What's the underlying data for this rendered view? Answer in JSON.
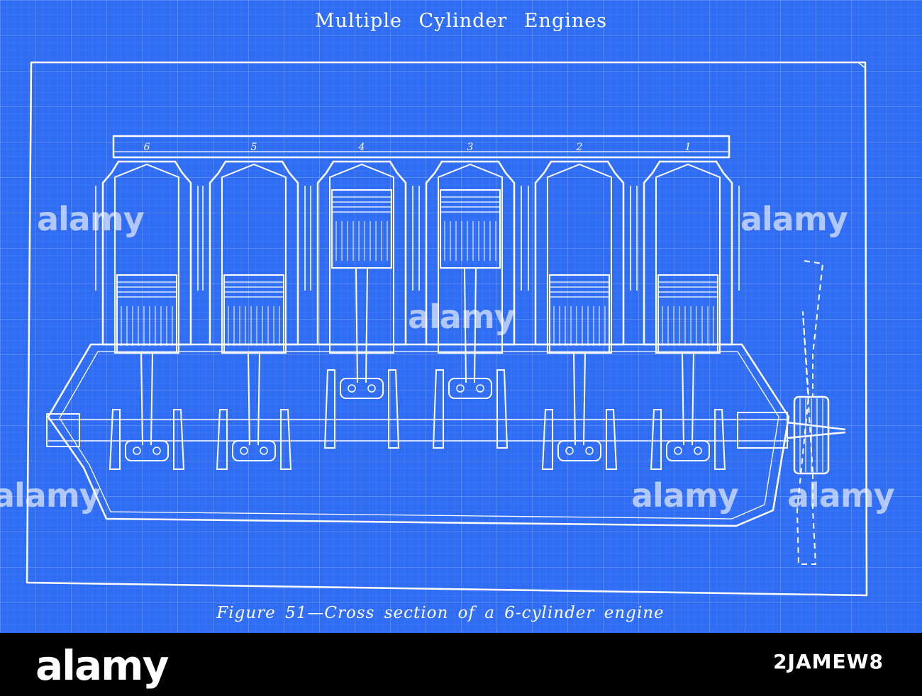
{
  "page": {
    "title": "Multiple Cylinder Engines",
    "caption": "Figure 51—Cross section of a 6-cylinder engine"
  },
  "diagram": {
    "cylinder_labels": [
      "6",
      "5",
      "4",
      "3",
      "2",
      "1"
    ]
  },
  "watermark": {
    "text": "alamy"
  },
  "stock_bar": {
    "logo": "alamy",
    "image_id": "2JAMEW8"
  },
  "colors": {
    "blueprint_blue": "#2f6df5",
    "line_white": "#ffffff",
    "bar_black": "#000000"
  }
}
